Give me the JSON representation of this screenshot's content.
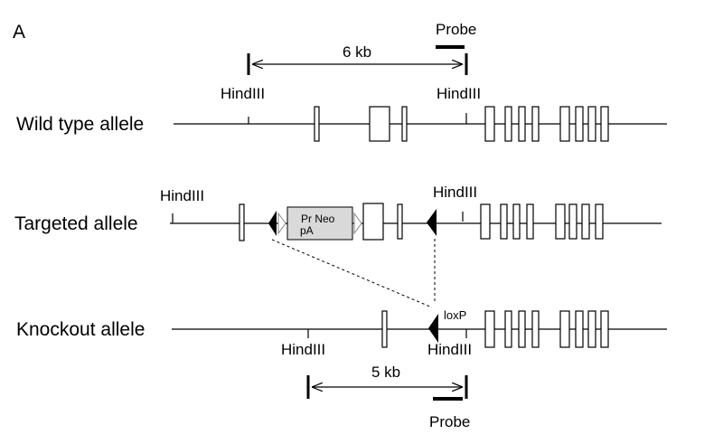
{
  "panel_label": "A",
  "alleles": {
    "wild_type": {
      "label": "Wild type allele",
      "site_left": "HindIII",
      "site_right": "HindIII",
      "fragment": "6 kb",
      "probe": "Probe"
    },
    "targeted": {
      "label": "Targeted allele",
      "site_left": "HindIII",
      "site_right": "HindIII",
      "cassette_line1": "Pr Neo",
      "cassette_line2": "pA"
    },
    "knockout": {
      "label": "Knockout allele",
      "site_left": "HindIII",
      "site_right": "HindIII",
      "loxp": "loxP",
      "fragment": "5 kb",
      "probe": "Probe"
    }
  }
}
